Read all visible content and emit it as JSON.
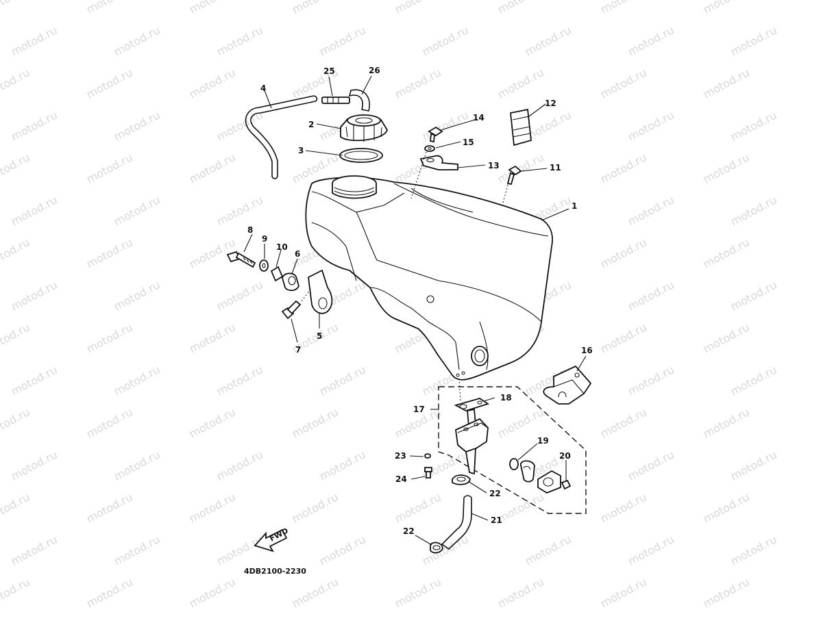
{
  "diagram": {
    "code": "4DB2100-2230",
    "fwd_label": "FWD",
    "watermark": "motod.ru",
    "callouts": [
      "1",
      "2",
      "3",
      "4",
      "5",
      "6",
      "7",
      "8",
      "9",
      "10",
      "11",
      "12",
      "13",
      "14",
      "15",
      "16",
      "17",
      "18",
      "19",
      "20",
      "21",
      "22",
      "22",
      "23",
      "24",
      "25",
      "26"
    ]
  }
}
